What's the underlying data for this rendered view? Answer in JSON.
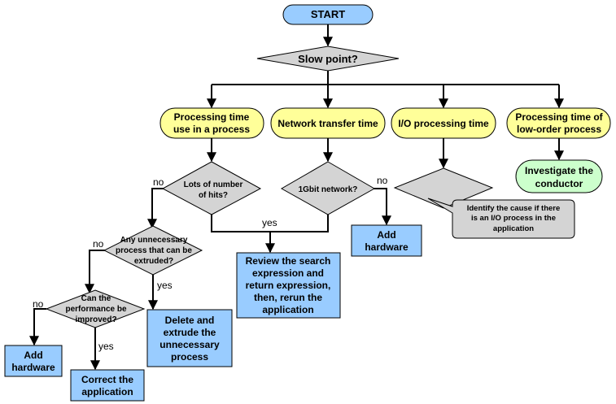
{
  "colors": {
    "start_fill": "#99ccff",
    "decision_fill": "#d4d4d4",
    "category_fill": "#ffff99",
    "process_fill": "#99ccff",
    "terminal_fill": "#ccffcc",
    "callout_fill": "#d4d4d4",
    "line": "#000000"
  },
  "start": "START",
  "decisions": {
    "slow_point": "Slow point?",
    "hits": [
      "Lots of number",
      "of hits?"
    ],
    "gbit": "1Gbit network?",
    "unnecessary": [
      "Any unnecessary",
      "process that can be",
      "extruded?"
    ],
    "performance": [
      "Can the",
      "performance be",
      "improved?"
    ]
  },
  "categories": {
    "processing_time": [
      "Processing time",
      "use in a process"
    ],
    "network": "Network transfer time",
    "io": "I/O processing time",
    "low_order": [
      "Processing time of",
      "low-order process"
    ]
  },
  "processes": {
    "review": [
      "Review the search",
      "expression and",
      "return expression,",
      "then, rerun the",
      "application"
    ],
    "add_hardware_network": [
      "Add",
      "hardware"
    ],
    "delete_extrude": [
      "Delete and",
      "extrude the",
      "unnecessary",
      "process"
    ],
    "add_hardware_left": [
      "Add",
      "hardware"
    ],
    "correct": [
      "Correct the",
      "application"
    ]
  },
  "investigate": [
    "Investigate the",
    "conductor"
  ],
  "callout": [
    "Identify the cause if there",
    "is an I/O process in the",
    "application"
  ],
  "labels": {
    "no": "no",
    "yes": "yes"
  }
}
